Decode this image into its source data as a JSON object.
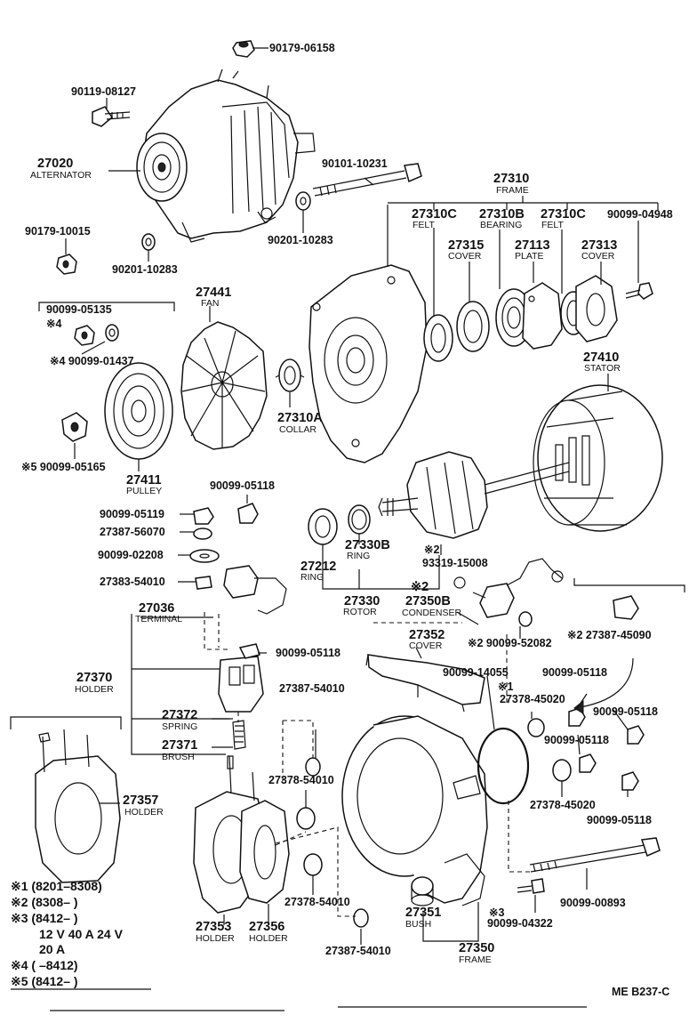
{
  "labels": [
    {
      "id": "l1",
      "text": "90179-06158"
    },
    {
      "id": "l2",
      "text": "90119-08127"
    },
    {
      "id": "l3",
      "text": "27020"
    },
    {
      "id": "l4",
      "text": "ALTERNATOR"
    },
    {
      "id": "l5",
      "text": "90101-10231"
    },
    {
      "id": "l6",
      "text": "90201-10283"
    },
    {
      "id": "l7",
      "text": "90179-10015"
    },
    {
      "id": "l8",
      "text": "90201-10283"
    },
    {
      "id": "l9",
      "text": "27310"
    },
    {
      "id": "l10",
      "text": "FRAME"
    },
    {
      "id": "l11",
      "text": "27310C"
    },
    {
      "id": "l12",
      "text": "FELT"
    },
    {
      "id": "l13",
      "text": "27310B"
    },
    {
      "id": "l14",
      "text": "BEARING"
    },
    {
      "id": "l15",
      "text": "27310C"
    },
    {
      "id": "l16",
      "text": "FELT"
    },
    {
      "id": "l17",
      "text": "90099-04948"
    },
    {
      "id": "l18",
      "text": "27315"
    },
    {
      "id": "l19",
      "text": "COVER"
    },
    {
      "id": "l20",
      "text": "27113"
    },
    {
      "id": "l21",
      "text": "PLATE"
    },
    {
      "id": "l22",
      "text": "27313"
    },
    {
      "id": "l23",
      "text": "COVER"
    },
    {
      "id": "l24",
      "text": "27441"
    },
    {
      "id": "l25",
      "text": "FAN"
    },
    {
      "id": "l26",
      "text": "90099-05135"
    },
    {
      "id": "l27",
      "text": "※4"
    },
    {
      "id": "l28",
      "text": "※4 90099-01437"
    },
    {
      "id": "l29",
      "text": "27410"
    },
    {
      "id": "l30",
      "text": "STATOR"
    },
    {
      "id": "l31",
      "text": "27310A"
    },
    {
      "id": "l32",
      "text": "COLLAR"
    },
    {
      "id": "l33",
      "text": "※5 90099-05165"
    },
    {
      "id": "l34",
      "text": "27411"
    },
    {
      "id": "l35",
      "text": "PULLEY"
    },
    {
      "id": "l36",
      "text": "90099-05118"
    },
    {
      "id": "l37",
      "text": "90099-05119"
    },
    {
      "id": "l38",
      "text": "27387-56070"
    },
    {
      "id": "l39",
      "text": "90099-02208"
    },
    {
      "id": "l40",
      "text": "27383-54010"
    },
    {
      "id": "l41",
      "text": "27330B"
    },
    {
      "id": "l42",
      "text": "RING"
    },
    {
      "id": "l43",
      "text": "※2"
    },
    {
      "id": "l44",
      "text": "93319-15008"
    },
    {
      "id": "l45",
      "text": "27212"
    },
    {
      "id": "l46",
      "text": "RING"
    },
    {
      "id": "l47",
      "text": "27330"
    },
    {
      "id": "l48",
      "text": "ROTOR"
    },
    {
      "id": "l49",
      "text": "※2"
    },
    {
      "id": "l50",
      "text": "27350B"
    },
    {
      "id": "l51",
      "text": "CONDENSER"
    },
    {
      "id": "l52",
      "text": "27036"
    },
    {
      "id": "l53",
      "text": "TERMINAL"
    },
    {
      "id": "l54",
      "text": "27352"
    },
    {
      "id": "l55",
      "text": "COVER"
    },
    {
      "id": "l56",
      "text": "※2 90099-52082"
    },
    {
      "id": "l57",
      "text": "※2 27387-45090"
    },
    {
      "id": "l58",
      "text": "90099-05118"
    },
    {
      "id": "l59",
      "text": "27370"
    },
    {
      "id": "l60",
      "text": "HOLDER"
    },
    {
      "id": "l61",
      "text": "90099-14055"
    },
    {
      "id": "l62",
      "text": "※1"
    },
    {
      "id": "l63",
      "text": "27378-45020"
    },
    {
      "id": "l64",
      "text": "90099-05118"
    },
    {
      "id": "l65",
      "text": "27387-54010"
    },
    {
      "id": "l66",
      "text": "90099-05118"
    },
    {
      "id": "l67",
      "text": "27372"
    },
    {
      "id": "l68",
      "text": "SPRING"
    },
    {
      "id": "l69",
      "text": "90099-05118"
    },
    {
      "id": "l70",
      "text": "27371"
    },
    {
      "id": "l71",
      "text": "BRUSH"
    },
    {
      "id": "l72",
      "text": "27378-54010"
    },
    {
      "id": "l73",
      "text": "27357"
    },
    {
      "id": "l74",
      "text": "HOLDER"
    },
    {
      "id": "l75",
      "text": "27378-45020"
    },
    {
      "id": "l76",
      "text": "90099-05118"
    },
    {
      "id": "l77",
      "text": "27378-54010"
    },
    {
      "id": "l78",
      "text": "90099-00893"
    },
    {
      "id": "l79",
      "text": "27351"
    },
    {
      "id": "l80",
      "text": "BUSH"
    },
    {
      "id": "l81",
      "text": "※3"
    },
    {
      "id": "l82",
      "text": "90099-04322"
    },
    {
      "id": "l83",
      "text": "27353"
    },
    {
      "id": "l84",
      "text": "HOLDER"
    },
    {
      "id": "l85",
      "text": "27356"
    },
    {
      "id": "l86",
      "text": "HOLDER"
    },
    {
      "id": "l87",
      "text": "27387-54010"
    },
    {
      "id": "l88",
      "text": "27350"
    },
    {
      "id": "l89",
      "text": "FRAME"
    }
  ],
  "notes": [
    {
      "id": "n1",
      "text": "※1 (8201–8308)"
    },
    {
      "id": "n2",
      "text": "※2 (8308–          )"
    },
    {
      "id": "n3",
      "text": "※3 (8412–          )"
    },
    {
      "id": "n4",
      "text": "12 V   40 A   24 V"
    },
    {
      "id": "n5",
      "text": "20 A"
    },
    {
      "id": "n6",
      "text": "※4 (          –8412)"
    },
    {
      "id": "n7",
      "text": "※5 (8412–          )"
    }
  ],
  "footer": {
    "code": "ME  B237-C"
  }
}
